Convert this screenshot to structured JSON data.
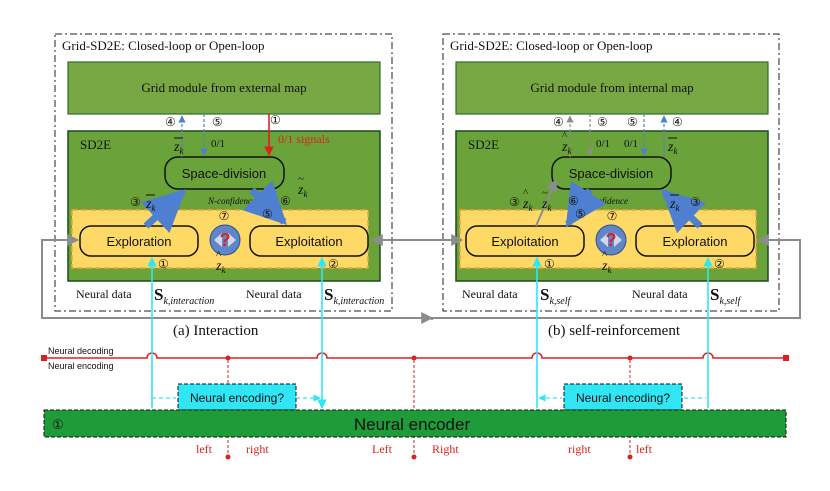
{
  "colors": {
    "green_dark": "#2e6d2c",
    "green_module": "#77a844",
    "green_panel": "#6aa33a",
    "yellow_box": "#ffd966",
    "orange_dash": "#f4a23b",
    "cyan": "#31e6f4",
    "red": "#e02020",
    "blue_arrow": "#4f7fd0",
    "gray_arrow": "#8c8c8c",
    "encoder_green": "#1f9b3a"
  },
  "left_panel": {
    "outer_title": "Grid-SD2E: Closed-loop or Open-loop",
    "grid_module": "Grid module from external map",
    "sd2e_label": "SD2E",
    "space_division": "Space-division",
    "signal_label": "0/1 signals",
    "zero_one": "0/1",
    "exploration": "Exploration",
    "exploitation": "Exploitation",
    "n_confidence": "N-confidence",
    "neural_data_1": "Neural data",
    "neural_data_2": "Neural data",
    "s_label_1": "S",
    "s_sub_1": "k,interaction",
    "s_label_2": "S",
    "s_sub_2": "k,interaction",
    "caption": "(a) Interaction",
    "num_1": "①",
    "num_2": "②",
    "num_3": "③",
    "num_4": "④",
    "num_5": "⑤",
    "num_6": "⑥",
    "num_7": "⑦"
  },
  "right_panel": {
    "outer_title": "Grid-SD2E: Closed-loop or Open-loop",
    "grid_module": "Grid module from internal map",
    "sd2e_label": "SD2E",
    "space_division": "Space-division",
    "zero_one": "0/1",
    "exploration": "Exploration",
    "exploitation": "Exploitation",
    "n_confidence": "N-confidence",
    "neural_data_1": "Neural data",
    "neural_data_2": "Neural data",
    "s_label_1": "S",
    "s_sub_1": "k,self",
    "s_label_2": "S",
    "s_sub_2": "k,self",
    "caption": "(b) self-reinforcement",
    "num_1": "①",
    "num_2": "②",
    "num_3": "③",
    "num_4": "④",
    "num_5": "⑤",
    "num_6": "⑥",
    "num_7": "⑦"
  },
  "bottom": {
    "neural_decoding": "Neural decoding",
    "neural_encoding": "Neural encoding",
    "encoding_q_left": "Neural encoding?",
    "encoding_q_right": "Neural encoding?",
    "encoder": "Neural encoder",
    "encoder_num": "①",
    "left_lower": "left",
    "right_lower": "right",
    "left_cap": "Left",
    "right_cap": "Right",
    "right_lower_2": "right",
    "left_lower_2": "left"
  }
}
